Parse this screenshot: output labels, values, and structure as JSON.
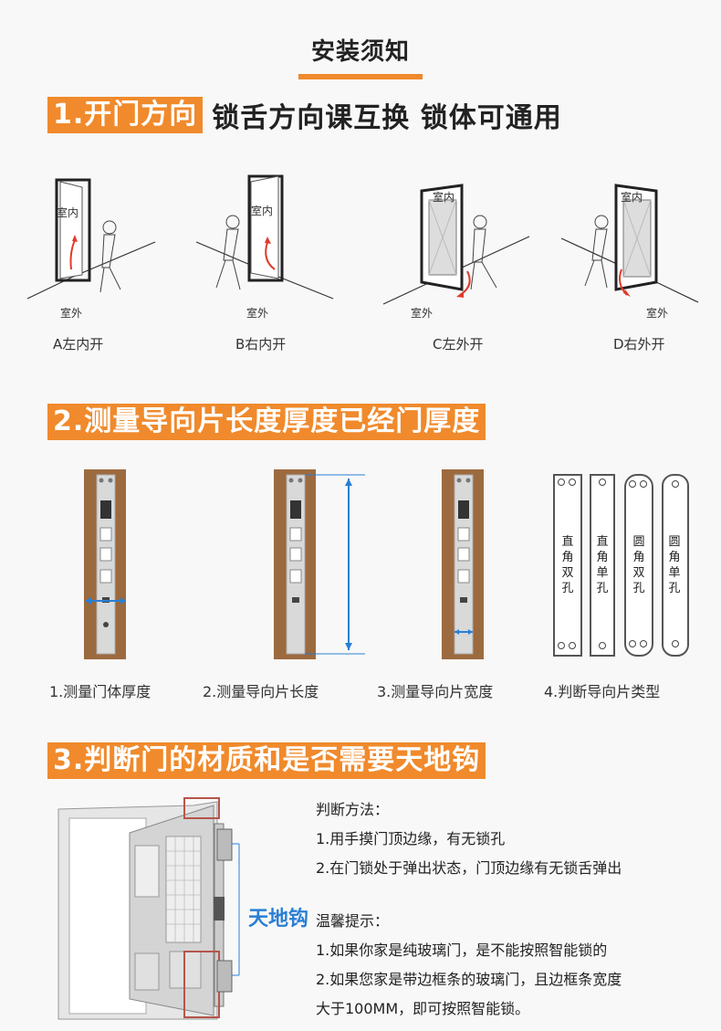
{
  "page_title": "安装须知",
  "section1": {
    "tag": "1.开门方向",
    "rest": "锁舌方向课互换 锁体可通用",
    "indoor_label": "室内",
    "outdoor_label": "室外",
    "captions": [
      "A左内开",
      "B右内开",
      "C左外开",
      "D右外开"
    ]
  },
  "section2": {
    "tag": "2.测量导向片长度厚度已经门厚度",
    "captions": [
      "1.测量门体厚度",
      "2.测量导向片长度",
      "3.测量导向片宽度",
      "4.判断导向片类型"
    ],
    "plate_types": [
      "直角双孔",
      "直角单孔",
      "圆角双孔",
      "圆角单孔"
    ]
  },
  "section3": {
    "tag": "3.判断门的材质和是否需要天地钩",
    "hook_label": "天地钩",
    "method_title": "判断方法：",
    "method_items": [
      "1.用手摸门顶边缘，有无锁孔",
      "2.在门锁处于弹出状态，门顶边缘有无锁舌弹出"
    ],
    "tips_title": "温馨提示：",
    "tips_items": [
      "1.如果你家是纯玻璃门，是不能按照智能锁的",
      "2.如果您家是带边框条的玻璃门，且边框条宽度",
      "大于100MM，即可按照智能锁。"
    ]
  },
  "colors": {
    "accent": "#f08a2c",
    "blue": "#2a7fd4",
    "wood": "#9c6a3f"
  }
}
